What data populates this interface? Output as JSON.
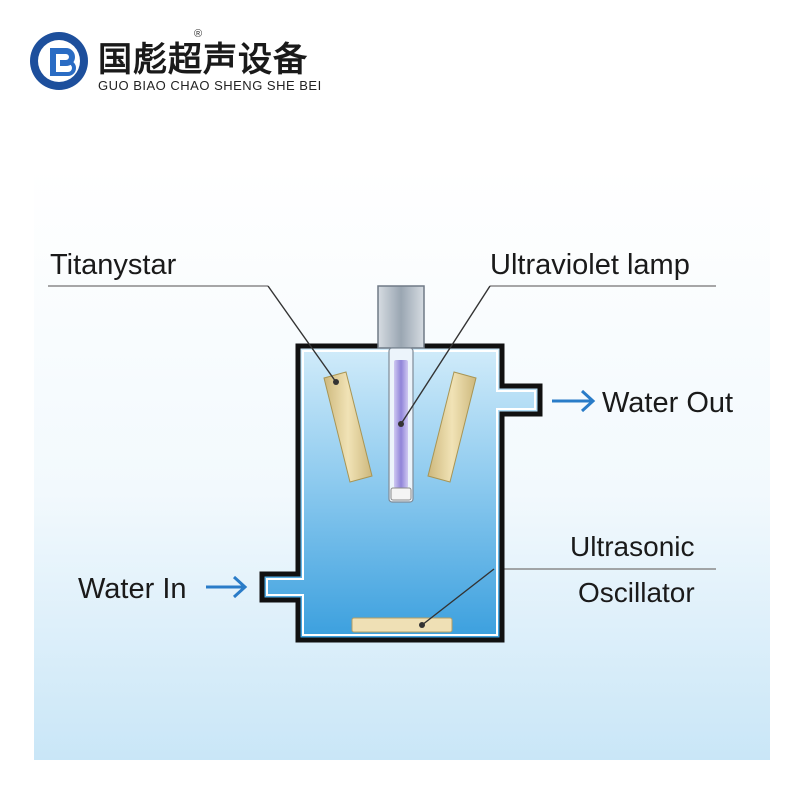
{
  "brand": {
    "name_cn": "国彪超声设备",
    "name_en": "GUO BIAO CHAO SHENG SHE BEI",
    "registered_mark": "®",
    "logo_letters": "GB",
    "colors": {
      "logo_blue": "#1d4f9c",
      "logo_inner": "#2a6cc4"
    }
  },
  "diagram": {
    "labels": {
      "titanystar": "Titanystar",
      "uv_lamp": "Ultraviolet lamp",
      "water_out": "Water Out",
      "water_in": "Water In",
      "ultrasonic_line1": "Ultrasonic",
      "ultrasonic_line2": "Oscillator"
    },
    "colors": {
      "panel_top": "#ffffff",
      "panel_bottom": "#c9e6f7",
      "water_top": "#bfe4f7",
      "water_bottom": "#3a9fde",
      "arrow": "#2a7cc8",
      "plate": "#e9d9a8",
      "lamp": "#8f84d8",
      "tube": "#a9b4bf"
    }
  }
}
